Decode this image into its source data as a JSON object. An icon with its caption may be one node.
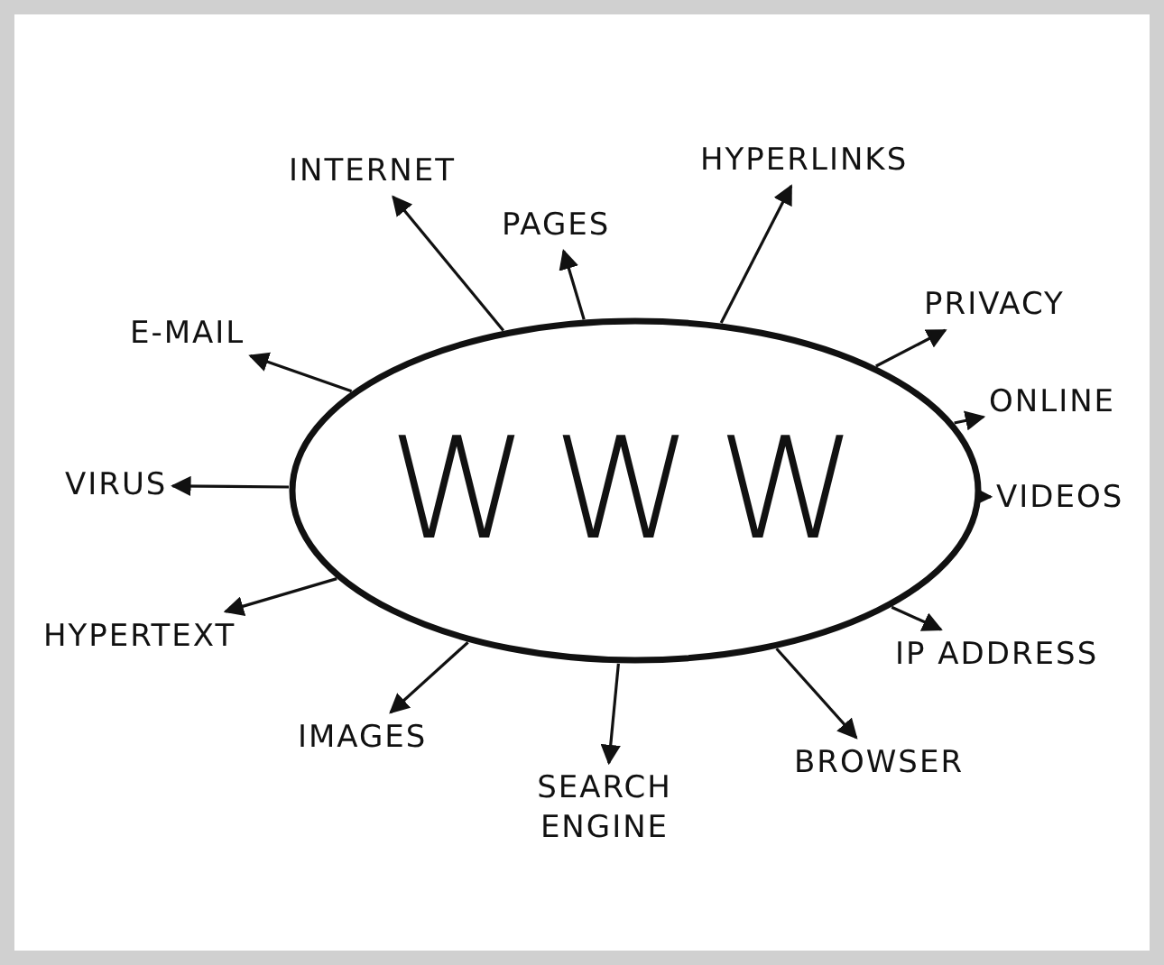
{
  "diagram": {
    "nodes": [
      {
        "text": [
          "WWW"
        ]
      },
      {
        "text": [
          "INTERNET"
        ]
      },
      {
        "text": [
          "PAGES"
        ]
      },
      {
        "text": [
          "HYPERLINKS"
        ]
      },
      {
        "text": [
          "E-MAIL"
        ]
      },
      {
        "text": [
          "PRIVACY"
        ]
      },
      {
        "text": [
          "ONLINE"
        ]
      },
      {
        "text": [
          "VIRUS"
        ]
      },
      {
        "text": [
          "VIDEOS"
        ]
      },
      {
        "text": [
          "HYPERTEXT"
        ]
      },
      {
        "text": [
          "IP ADDRESS"
        ]
      },
      {
        "text": [
          "IMAGES"
        ]
      },
      {
        "text": [
          "BROWSER"
        ]
      },
      {
        "text": [
          "SEARCH ENGINE"
        ]
      }
    ],
    "edges": [
      {
        "from": 0,
        "to": 1,
        "arrow": "to"
      },
      {
        "from": 0,
        "to": 2,
        "arrow": "to"
      },
      {
        "from": 0,
        "to": 3,
        "arrow": "to"
      },
      {
        "from": 0,
        "to": 4,
        "arrow": "to"
      },
      {
        "from": 0,
        "to": 5,
        "arrow": "to"
      },
      {
        "from": 0,
        "to": 6,
        "arrow": "to"
      },
      {
        "from": 0,
        "to": 7,
        "arrow": "to"
      },
      {
        "from": 0,
        "to": 8,
        "arrow": "to"
      },
      {
        "from": 0,
        "to": 9,
        "arrow": "to"
      },
      {
        "from": 0,
        "to": 10,
        "arrow": "to"
      },
      {
        "from": 0,
        "to": 11,
        "arrow": "to"
      },
      {
        "from": 0,
        "to": 12,
        "arrow": "to"
      },
      {
        "from": 0,
        "to": 13,
        "arrow": "to"
      }
    ]
  }
}
